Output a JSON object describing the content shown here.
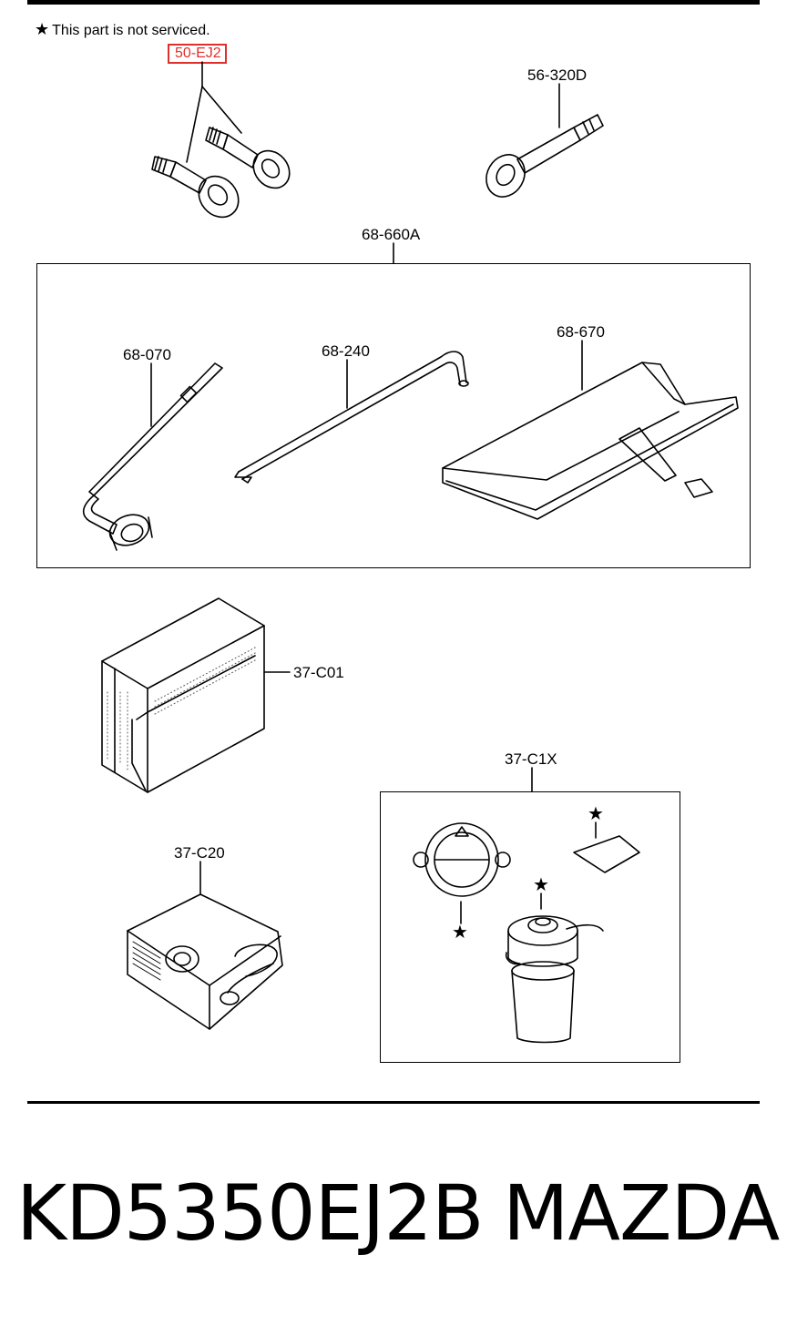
{
  "note": {
    "star": "★",
    "text": "This part is not serviced."
  },
  "parts": {
    "p50ej2": "50-EJ2",
    "p56320d": "56-320D",
    "p68660a": "68-660A",
    "p68070": "68-070",
    "p68240": "68-240",
    "p68670": "68-670",
    "p37c01": "37-C01",
    "p37c1x": "37-C1X",
    "p37c20": "37-C20"
  },
  "not_serviced_markers": [
    "★",
    "★",
    "★"
  ],
  "footer": {
    "part_number": "KD5350EJ2B",
    "brand": "MAZDA"
  },
  "colors": {
    "highlight": "#e0302c",
    "ink": "#000000"
  },
  "icons": [
    "star-icon",
    "towing-eye-bolt-icon",
    "lug-wrench-icon",
    "jack-handle-icon",
    "tool-bag-icon",
    "repair-kit-box-icon",
    "air-compressor-icon",
    "sealant-bottle-icon"
  ]
}
